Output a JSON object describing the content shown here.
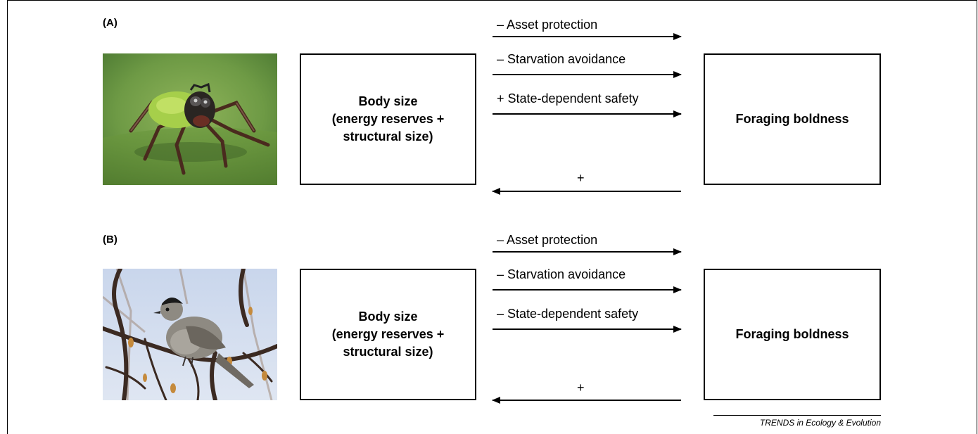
{
  "panels": [
    {
      "label": "(A)",
      "photo": "spider",
      "left_box": "Body size\n(energy reserves +\nstructural size)",
      "right_box": "Foraging boldness",
      "forward_arrows": [
        "– Asset protection",
        "– Starvation avoidance",
        "+ State-dependent safety"
      ],
      "back_arrow": "+"
    },
    {
      "label": "(B)",
      "photo": "bird",
      "left_box": "Body size\n(energy reserves +\nstructural size)",
      "right_box": "Foraging boldness",
      "forward_arrows": [
        "– Asset protection",
        "– Starvation avoidance",
        "– State-dependent safety"
      ],
      "back_arrow": "+"
    }
  ],
  "credit": "TRENDS in Ecology & Evolution"
}
